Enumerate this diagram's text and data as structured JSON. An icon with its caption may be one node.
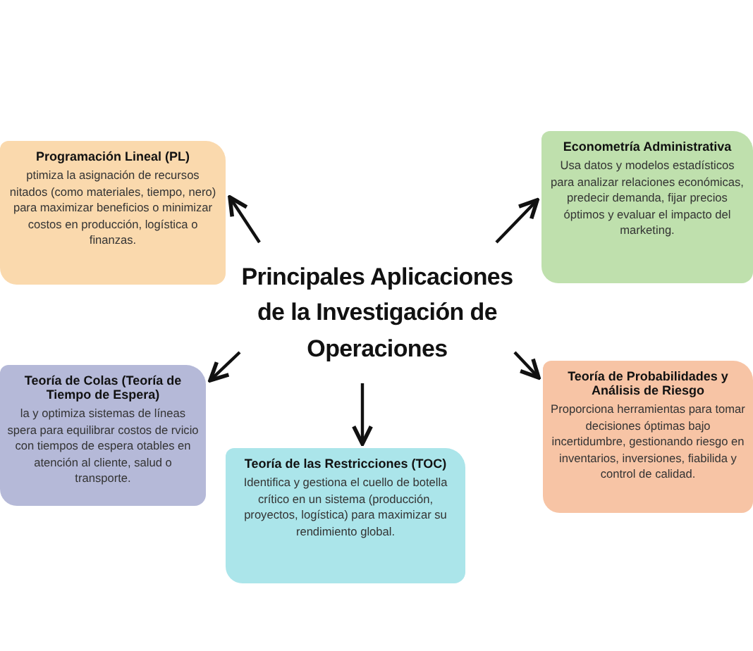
{
  "diagram": {
    "nodes": [
      {
        "text": [
          "Principales Aplicaciones de la Investigación de Operaciones"
        ]
      },
      {
        "text": [
          "Programación Lineal (PL)",
          "ptimiza la asignación de recursos nitados (como materiales, tiempo, nero) para maximizar beneficios o minimizar costos en producción, logística o finanzas."
        ]
      },
      {
        "text": [
          "Econometría Administrativa",
          "Usa datos y modelos estadísticos para analizar relaciones económicas, predecir demanda, fijar precios óptimos y evaluar el impacto del marketing."
        ]
      },
      {
        "text": [
          "Teoría de Colas (Teoría de Tiempo de Espera)",
          "la y optimiza sistemas de líneas spera para equilibrar costos de rvicio con tiempos de espera otables en atención al cliente, salud o transporte."
        ]
      },
      {
        "text": [
          "Teoría de Probabilidades y Análisis de Riesgo",
          "Proporciona herramientas para tomar decisiones óptimas bajo incertidumbre, gestionando riesgo en inventarios, inversiones, fiabilida y control de calidad."
        ]
      },
      {
        "text": [
          "Teoría de las Restricciones (TOC)",
          "Identifica y gestiona el cuello de botella crítico en un sistema (producción, proyectos, logística) para maximizar su rendimiento global."
        ]
      }
    ],
    "edges": [
      {
        "from": 0,
        "to": 1,
        "arrow": "to"
      },
      {
        "from": 0,
        "to": 2,
        "arrow": "to"
      },
      {
        "from": 0,
        "to": 3,
        "arrow": "to"
      },
      {
        "from": 0,
        "to": 4,
        "arrow": "to"
      },
      {
        "from": 0,
        "to": 5,
        "arrow": "to"
      }
    ]
  }
}
